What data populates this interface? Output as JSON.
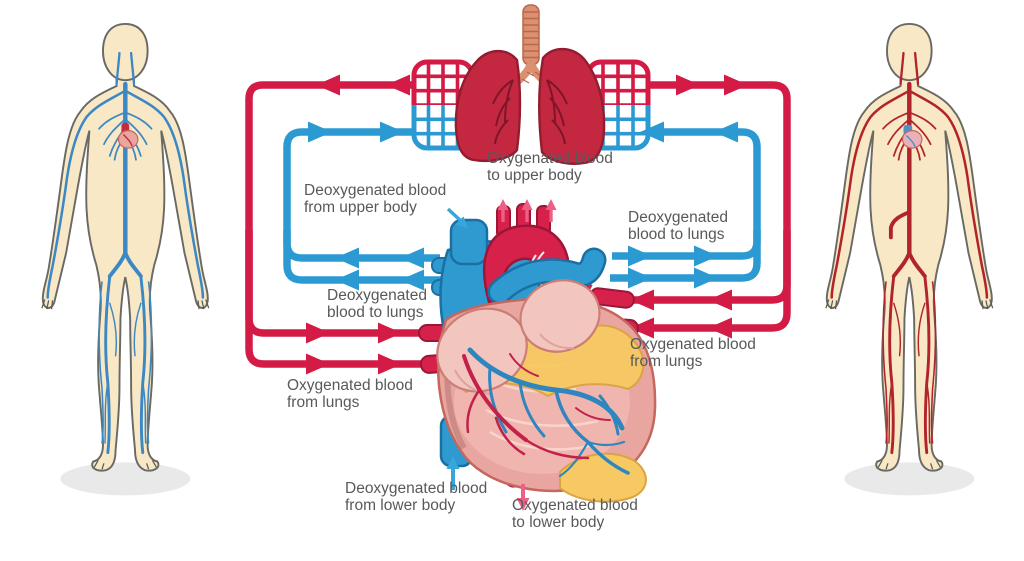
{
  "diagram": {
    "subject": "human-blood-circulation",
    "labels": {
      "oxygenated_to_upper_body": "Oxygenated blood\nto upper body",
      "deoxygenated_from_upper_body": "Deoxygenated blood\nfrom upper body",
      "deoxygenated_to_lungs_left": "Deoxygenated\nblood to lungs",
      "oxygenated_from_lungs_left": "Oxygenated blood\nfrom lungs",
      "deoxygenated_to_lungs_right": "Deoxygenated\nblood to lungs",
      "oxygenated_from_lungs_right": "Oxygenated blood\nfrom lungs",
      "deoxygenated_from_lower_body": "Deoxygenated blood\nfrom lower body",
      "oxygenated_to_lower_body": "Oxygenated blood\nto lower body"
    },
    "colors": {
      "oxygenated_red": "#d31b45",
      "deoxygenated_blue": "#2b9ad3",
      "pink_flow_arrow": "#ed5f85",
      "label_text": "#58595b",
      "skin": "#f9e8c5",
      "lung_red": "#c32840",
      "heart_pink": "#e9a5a0",
      "fat_yellow": "#f7c963",
      "trachea_tan": "#dd9070",
      "figure_shadow": "#e9e9e9"
    },
    "figures": {
      "left": "human-figure-venous-system",
      "right": "human-figure-arterial-system",
      "center": [
        "lungs",
        "trachea",
        "capillary-beds",
        "heart",
        "circulation-loops"
      ]
    }
  }
}
